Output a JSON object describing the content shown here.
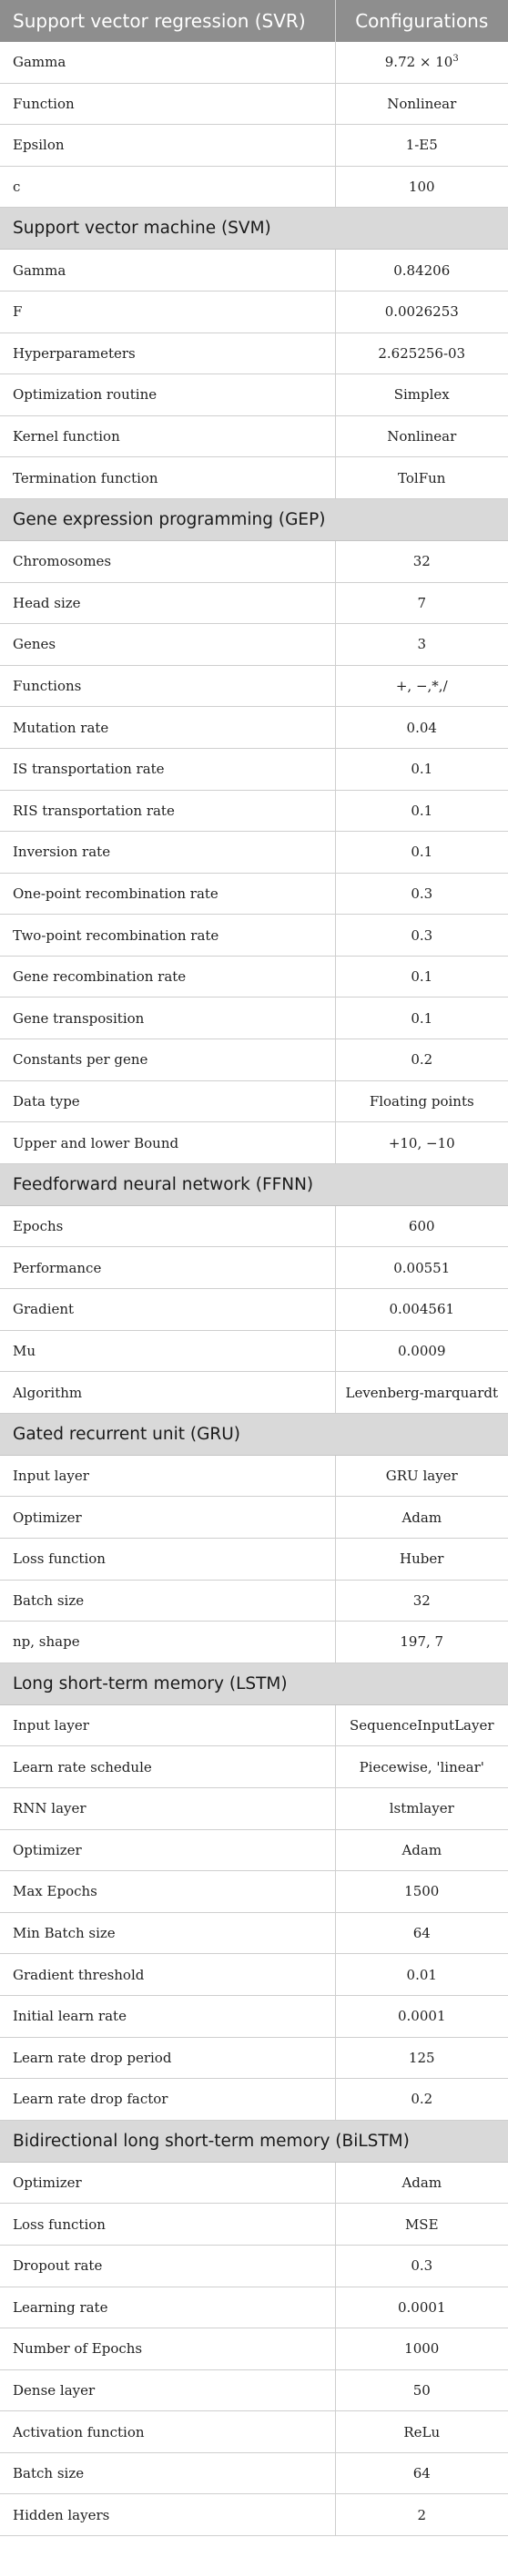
{
  "header": {
    "col1": "Support vector regression (SVR)",
    "col2": "Configurations"
  },
  "svr_rows": [
    {
      "k": "Gamma",
      "v": "9.72 × 10",
      "sup": "3"
    },
    {
      "k": "Function",
      "v": "Nonlinear"
    },
    {
      "k": "Epsilon",
      "v": "1-E5"
    },
    {
      "k": "c",
      "v": "100"
    }
  ],
  "sections": [
    {
      "title": "Support vector machine (SVM)",
      "rows": [
        {
          "k": "Gamma",
          "v": "0.84206"
        },
        {
          "k": "F",
          "v": "0.0026253"
        },
        {
          "k": "Hyperparameters",
          "v": "2.625256-03"
        },
        {
          "k": "Optimization routine",
          "v": "Simplex"
        },
        {
          "k": "Kernel function",
          "v": "Nonlinear"
        },
        {
          "k": "Termination function",
          "v": "TolFun"
        }
      ]
    },
    {
      "title": "Gene expression programming (GEP)",
      "rows": [
        {
          "k": "Chromosomes",
          "v": "32"
        },
        {
          "k": "Head size",
          "v": "7"
        },
        {
          "k": "Genes",
          "v": "3"
        },
        {
          "k": "Functions",
          "v": "+, −,*,/"
        },
        {
          "k": "Mutation rate",
          "v": "0.04"
        },
        {
          "k": "IS transportation rate",
          "v": "0.1"
        },
        {
          "k": "RIS transportation rate",
          "v": "0.1"
        },
        {
          "k": "Inversion rate",
          "v": "0.1"
        },
        {
          "k": "One-point recombination rate",
          "v": "0.3"
        },
        {
          "k": "Two-point recombination rate",
          "v": "0.3"
        },
        {
          "k": "Gene recombination rate",
          "v": "0.1"
        },
        {
          "k": "Gene transposition",
          "v": "0.1"
        },
        {
          "k": "Constants per gene",
          "v": "0.2"
        },
        {
          "k": "Data type",
          "v": "Floating points"
        },
        {
          "k": "Upper and lower Bound",
          "v": "+10, −10"
        }
      ]
    },
    {
      "title": "Feedforward neural network (FFNN)",
      "rows": [
        {
          "k": "Epochs",
          "v": "600"
        },
        {
          "k": "Performance",
          "v": "0.00551"
        },
        {
          "k": "Gradient",
          "v": "0.004561"
        },
        {
          "k": "Mu",
          "v": "0.0009"
        },
        {
          "k": "Algorithm",
          "v": "Levenberg-marquardt"
        }
      ]
    },
    {
      "title": "Gated recurrent unit (GRU)",
      "rows": [
        {
          "k": "Input layer",
          "v": "GRU layer"
        },
        {
          "k": "Optimizer",
          "v": "Adam"
        },
        {
          "k": "Loss function",
          "v": "Huber"
        },
        {
          "k": "Batch size",
          "v": "32"
        },
        {
          "k": "np, shape",
          "v": "197, 7"
        }
      ]
    },
    {
      "title": "Long short-term memory (LSTM)",
      "rows": [
        {
          "k": "Input layer",
          "v": "SequenceInputLayer"
        },
        {
          "k": "Learn rate schedule",
          "v": "Piecewise, 'linear'"
        },
        {
          "k": "RNN layer",
          "v": "lstmlayer"
        },
        {
          "k": "Optimizer",
          "v": "Adam"
        },
        {
          "k": "Max Epochs",
          "v": "1500"
        },
        {
          "k": "Min Batch size",
          "v": "64"
        },
        {
          "k": "Gradient threshold",
          "v": "0.01"
        },
        {
          "k": "Initial learn rate",
          "v": "0.0001"
        },
        {
          "k": "Learn rate drop period",
          "v": "125"
        },
        {
          "k": "Learn rate drop factor",
          "v": "0.2"
        }
      ]
    },
    {
      "title": "Bidirectional long short-term memory (BiLSTM)",
      "rows": [
        {
          "k": "Optimizer",
          "v": "Adam"
        },
        {
          "k": "Loss function",
          "v": "MSE"
        },
        {
          "k": "Dropout rate",
          "v": "0.3"
        },
        {
          "k": "Learning rate",
          "v": "0.0001"
        },
        {
          "k": "Number of Epochs",
          "v": "1000"
        },
        {
          "k": "Dense layer",
          "v": "50"
        },
        {
          "k": "Activation function",
          "v": "ReLu"
        },
        {
          "k": "Batch size",
          "v": "64"
        },
        {
          "k": "Hidden layers",
          "v": "2"
        }
      ]
    }
  ]
}
